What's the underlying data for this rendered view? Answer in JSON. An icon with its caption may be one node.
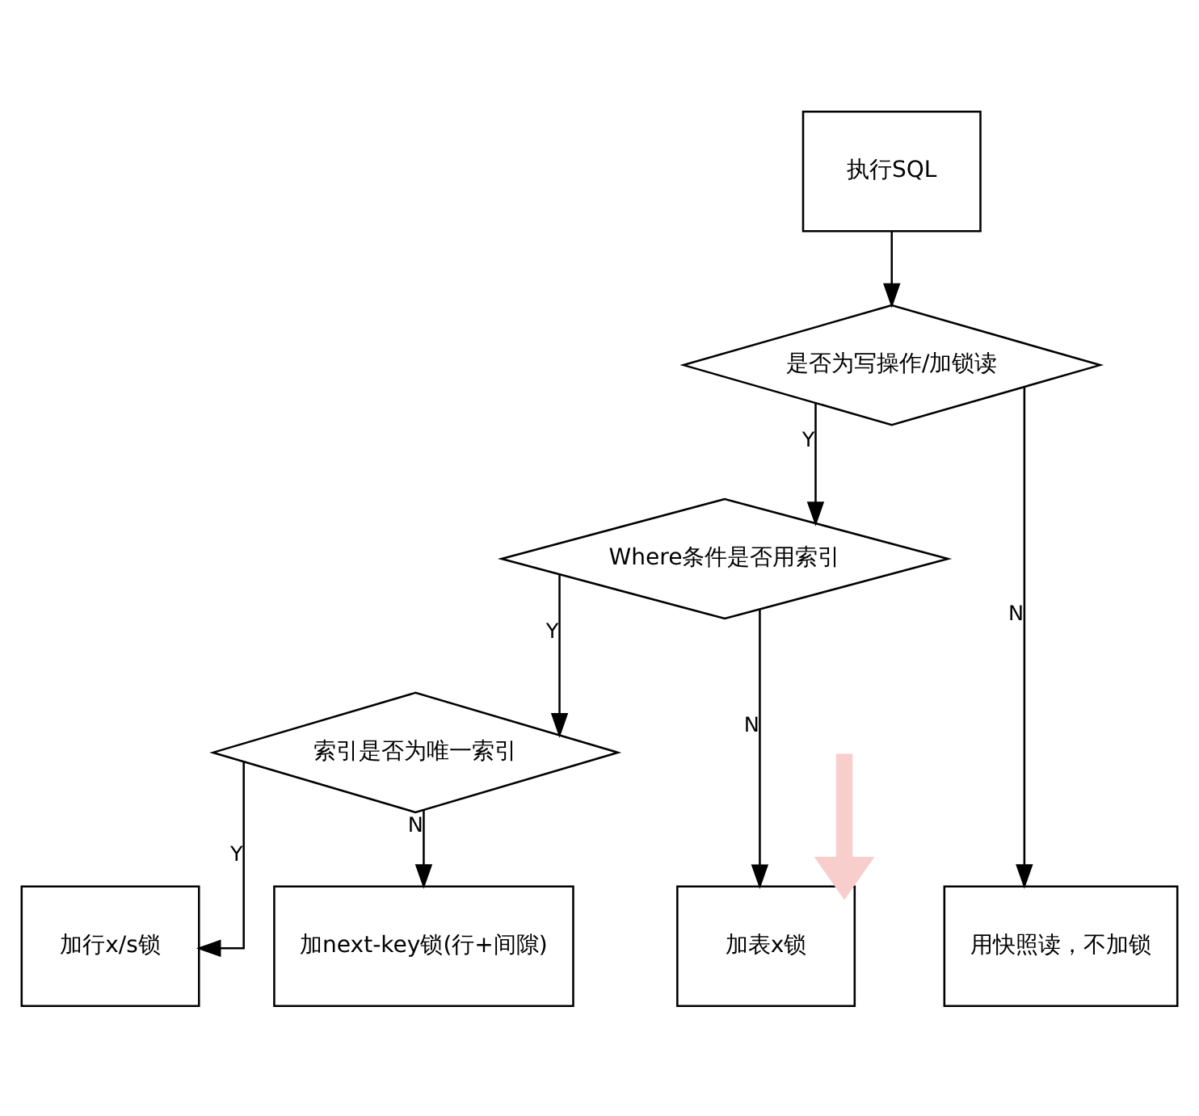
{
  "diagram": {
    "nodes": [
      {
        "text": [
          "执行SQL"
        ]
      },
      {
        "text": [
          "是否为写操作/加锁读"
        ]
      },
      {
        "text": [
          "Where条件是否用索引"
        ]
      },
      {
        "text": [
          "索引是否为唯一索引"
        ]
      },
      {
        "text": [
          "加行x/s锁"
        ]
      },
      {
        "text": [
          "加next-key锁(行+间隙)"
        ]
      },
      {
        "text": [
          "加表x锁"
        ]
      },
      {
        "text": [
          "用快照读，不加锁"
        ]
      }
    ],
    "edges": [
      {
        "from": 0,
        "to": 1,
        "arrow": "to"
      },
      {
        "from": 1,
        "to": 7,
        "arrow": "to",
        "label": "N"
      },
      {
        "from": 1,
        "to": 2,
        "arrow": "to",
        "label": "Y"
      },
      {
        "from": 2,
        "to": 6,
        "arrow": "to",
        "label": "N"
      },
      {
        "from": 2,
        "to": 3,
        "arrow": "to",
        "label": "Y"
      },
      {
        "from": 3,
        "to": 4,
        "arrow": "to",
        "label": "Y"
      },
      {
        "from": 3,
        "to": 5,
        "arrow": "to",
        "label": "N"
      },
      {
        "from": null,
        "to": 6,
        "arrow": "to",
        "style": "thick",
        "color": "#f8cecc"
      }
    ]
  }
}
